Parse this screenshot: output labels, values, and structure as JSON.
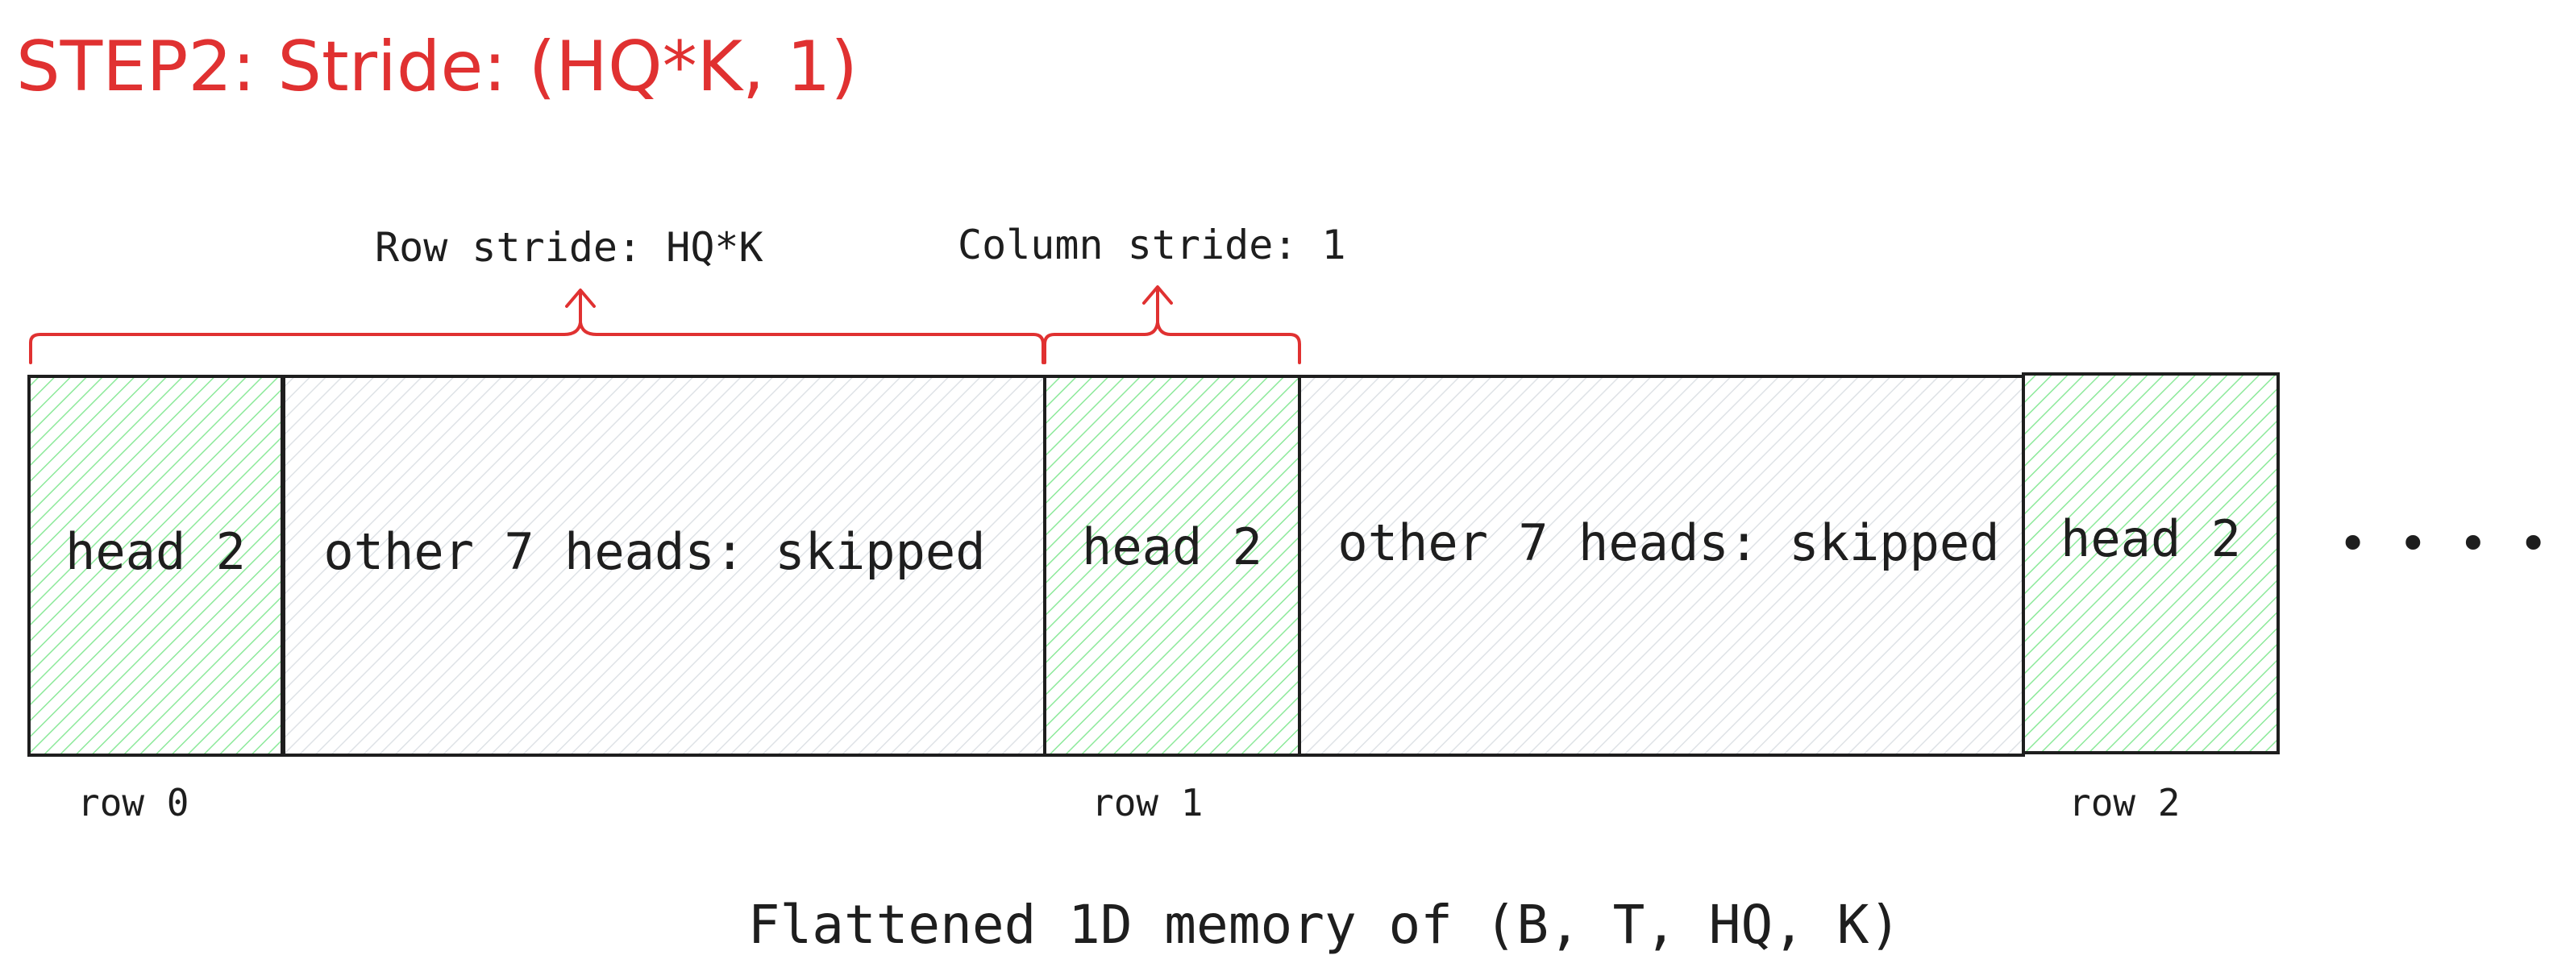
{
  "title": "STEP2: Stride: (HQ*K, 1)",
  "annotations": {
    "row_stride": "Row stride: HQ*K",
    "column_stride": "Column stride: 1"
  },
  "cells": [
    {
      "label": "head 2",
      "kind": "head"
    },
    {
      "label": "other 7 heads: skipped",
      "kind": "other"
    },
    {
      "label": "head 2",
      "kind": "head"
    },
    {
      "label": "other 7 heads: skipped",
      "kind": "other"
    },
    {
      "label": "head 2",
      "kind": "head"
    }
  ],
  "row_labels": [
    "row 0",
    "row 1",
    "row 2"
  ],
  "ellipsis": "• • • •",
  "caption": "Flattened 1D memory of (B, T, HQ, K)",
  "colors": {
    "accent": "#e03131",
    "head_fill": "#b2f2bb",
    "other_fill": "#e9ecef",
    "stroke": "#1e1e1e"
  }
}
